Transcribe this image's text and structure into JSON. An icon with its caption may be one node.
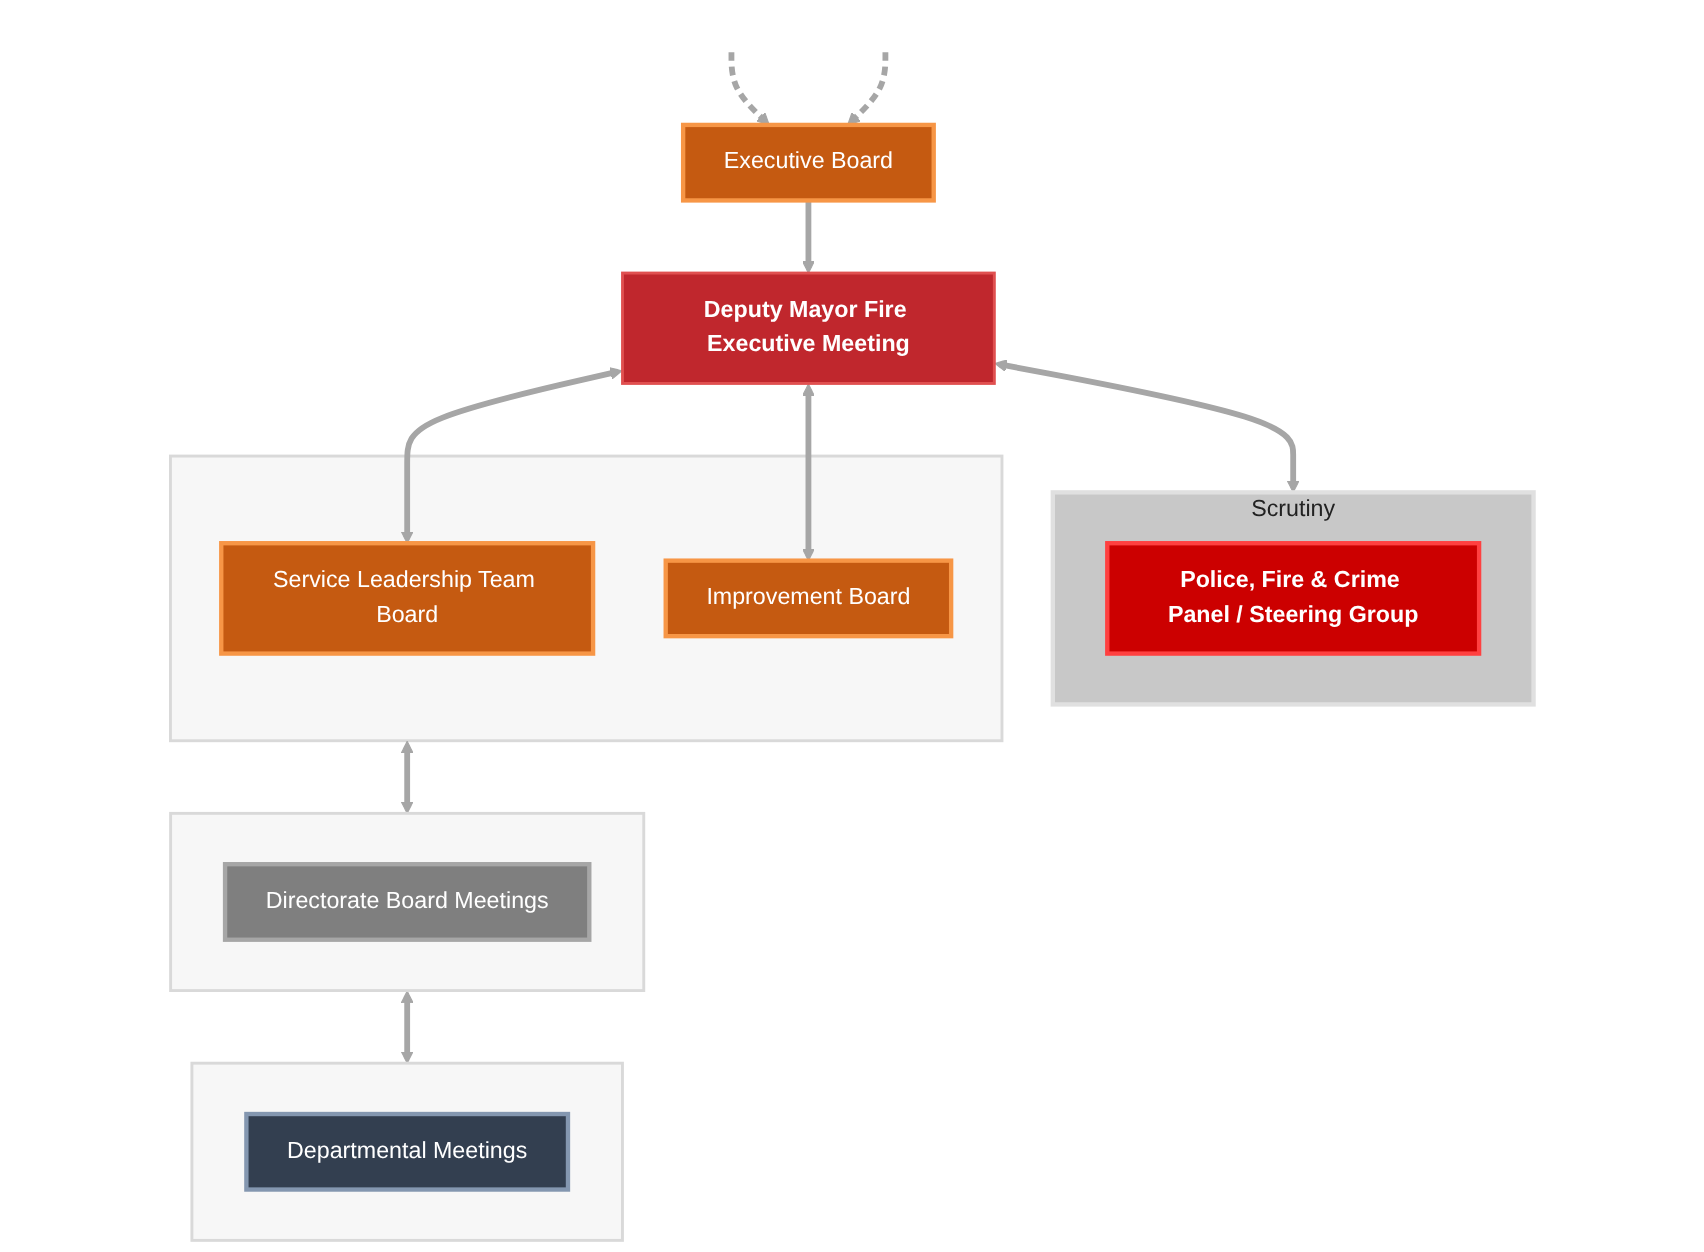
{
  "diagram": {
    "nodes": [
      {
        "text": [
          "Deputy Mayor Fire Executive Meeting"
        ]
      },
      {
        "text": [
          "Scrutiny"
        ]
      },
      {
        "text": [
          "Police, Fire & Crime Panel / Steering Group"
        ],
        "in": 1
      },
      {
        "text": [
          "Executive Board"
        ]
      },
      {
        "text": [],
        "shape": "box"
      },
      {
        "text": [
          "Service Leadership Team Board"
        ],
        "in": 4
      },
      {
        "text": [
          "Improvement Board"
        ],
        "in": 4
      },
      {
        "text": [],
        "shape": "box"
      },
      {
        "text": [
          "Directorate Board Meetings"
        ],
        "in": 7
      },
      {
        "text": [],
        "shape": "box"
      },
      {
        "text": [
          "Departmental Meetings"
        ],
        "in": 9
      }
    ],
    "edges": [
      {
        "from": 0,
        "to": 1,
        "arrow": "both"
      },
      {
        "from": 3,
        "to": 0,
        "arrow": "to"
      },
      {
        "from": 0,
        "to": 5,
        "arrow": "both"
      },
      {
        "from": 0,
        "to": 6,
        "arrow": "both"
      },
      {
        "from": null,
        "to": 3,
        "arrow": "to",
        "style": "dashed"
      },
      {
        "from": null,
        "to": 3,
        "arrow": "to",
        "style": "dashed"
      },
      {
        "from": 4,
        "to": 7,
        "arrow": "both"
      },
      {
        "from": 7,
        "to": 9,
        "arrow": "both"
      }
    ]
  }
}
